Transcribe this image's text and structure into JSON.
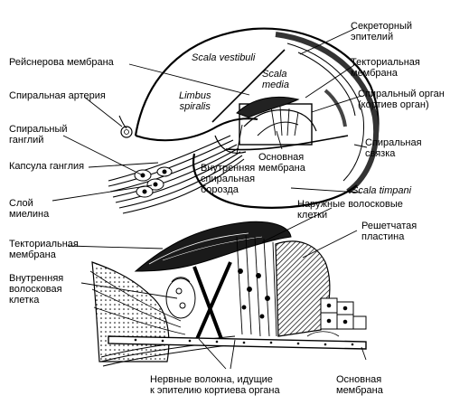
{
  "top": {
    "scala_vestibuli": "Scala vestibuli",
    "scala_media": "Scala\nmedia",
    "limbus": "Limbus\nspiralis",
    "scala_timpani": "Scala timpani",
    "reissner": "Рейснерова мембрана",
    "spiral_artery": "Спиральная артерия",
    "spiral_ganglion": "Спиральный\nганглий",
    "ganglion_capsule": "Капсула ганглия",
    "myelin": "Слой\nмиелина",
    "inner_sulcus": "Внутренняя\nспиральная\nборозда",
    "basilar_top": "Основная\nмембрана",
    "secretory": "Секреторный\nэпителий",
    "tectorial_top": "Текториальная\nмембрана",
    "spiral_organ": "Спиральный орган\n(кортиев орган)",
    "spiral_ligament": "Спиральная\nсвязка"
  },
  "bottom": {
    "outer_hair": "Наружные волосковые\nклетки",
    "reticular": "Решетчатая\nпластина",
    "tectorial": "Текториальная\nмембрана",
    "inner_hair": "Внутренняя\nволосковая\nклетка",
    "nerve_fibers": "Нервные волокна, идущие\nк эпителию кортиева органа",
    "basilar": "Основная\nмембрана"
  },
  "colors": {
    "ink": "#000000",
    "paper": "#ffffff",
    "shade": "#555555"
  }
}
